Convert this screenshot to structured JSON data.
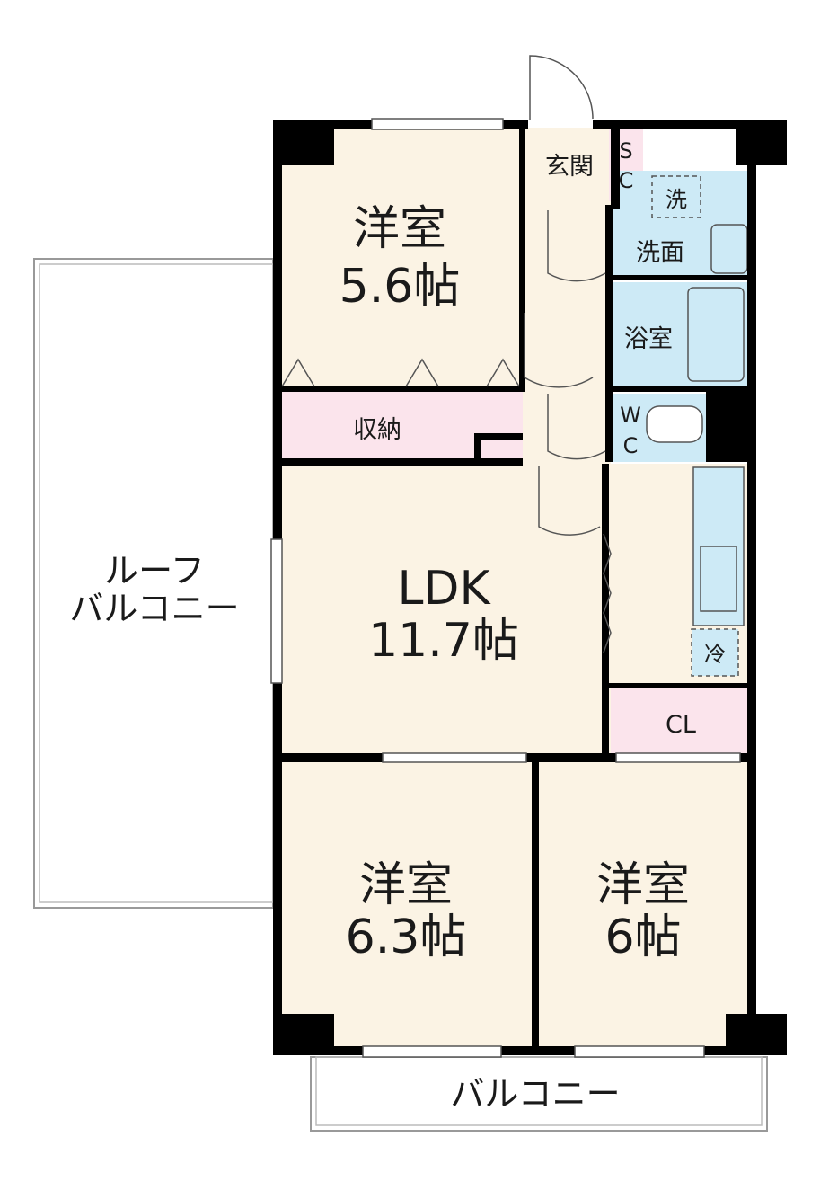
{
  "rooms": {
    "bedroom_top": {
      "name": "洋室",
      "size": "5.6帖"
    },
    "storage": {
      "name": "収納"
    },
    "entrance": {
      "name": "玄関"
    },
    "shoe_closet": {
      "line1": "S",
      "line2": "C"
    },
    "washer": {
      "name": "洗"
    },
    "washroom": {
      "name": "洗面"
    },
    "bathroom": {
      "name": "浴室"
    },
    "toilet": {
      "line1": "W",
      "line2": "C"
    },
    "ldk": {
      "name": "LDK",
      "size": "11.7帖"
    },
    "fridge": {
      "name": "冷"
    },
    "closet": {
      "name": "CL"
    },
    "bedroom_left": {
      "name": "洋室",
      "size": "6.3帖"
    },
    "bedroom_right": {
      "name": "洋室",
      "size": "6帖"
    }
  },
  "balconies": {
    "roof": {
      "line1": "ルーフ",
      "line2": "バルコニー"
    },
    "bottom": {
      "name": "バルコニー"
    }
  },
  "colors": {
    "room_fill": "#fbf3e4",
    "storage_fill": "#fbe4ec",
    "wet_fill": "#cdeaf6",
    "wall": "#000000"
  }
}
